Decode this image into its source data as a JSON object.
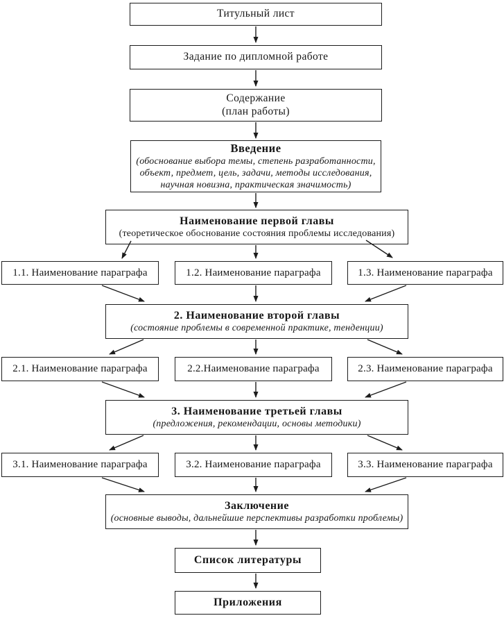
{
  "diagram": {
    "title_page": {
      "label": "Титульный лист"
    },
    "assignment": {
      "label": "Задание по дипломной работе"
    },
    "contents": {
      "line1": "Содержание",
      "line2": "(план работы)"
    },
    "introduction": {
      "title": "Введение",
      "sub": [
        "(обоснование выбора темы, степень разработанности,",
        "объект, предмет, цель, задачи, методы исследования,",
        "научная новизна, практическая значимость)"
      ]
    },
    "chapter1": {
      "title": "Наименование первой главы",
      "subtitle": "(теоретическое обоснование состояния проблемы исследования)"
    },
    "row1": [
      "1.1. Наименование параграфа",
      "1.2. Наименование параграфа",
      "1.3. Наименование параграфа"
    ],
    "chapter2": {
      "title": "2. Наименование второй главы",
      "subtitle": "(состояние проблемы в современной практике, тенденции)"
    },
    "row2": [
      "2.1. Наименование параграфа",
      "2.2.Наименование параграфа",
      "2.3. Наименование параграфа"
    ],
    "chapter3": {
      "title": "3. Наименование третьей главы",
      "subtitle": "(предложения, рекомендации, основы методики)"
    },
    "row3": [
      "3.1. Наименование параграфа",
      "3.2. Наименование параграфа",
      "3.3. Наименование параграфа"
    ],
    "conclusion": {
      "title": "Заключение",
      "subtitle": "(основные выводы, дальнейшие перспективы разработки проблемы)"
    },
    "references": {
      "label": "Список литературы"
    },
    "appendices": {
      "label": "Приложения"
    },
    "colors": {
      "line": "#1c1c1c",
      "background": "#ffffff"
    }
  }
}
